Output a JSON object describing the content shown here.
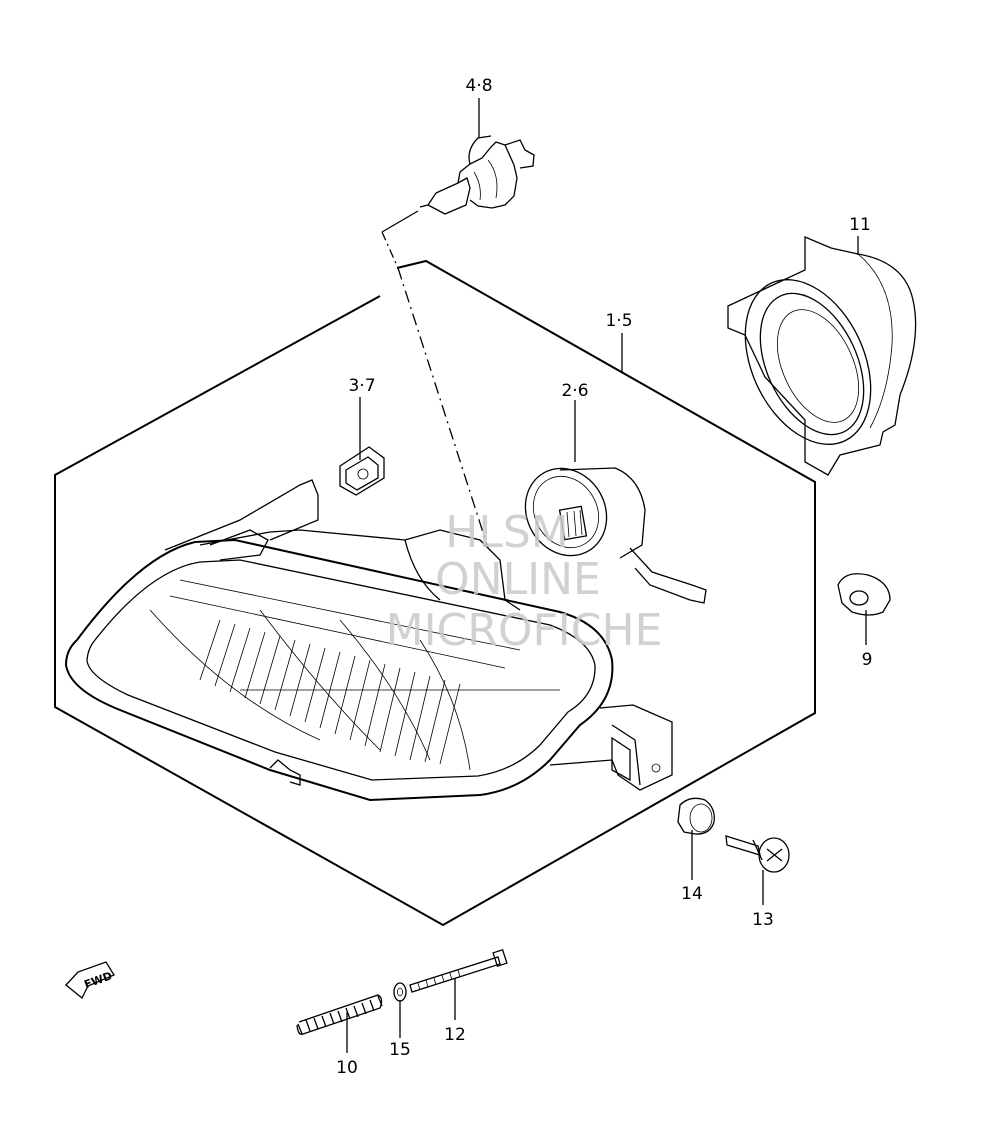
{
  "diagram": {
    "labels": {
      "bulb": "4·8",
      "housing": "1·5",
      "clip": "3·7",
      "socket": "2·6",
      "cover": "11",
      "grommet_right": "9",
      "grommet_bottom": "14",
      "screw": "13",
      "spring": "10",
      "washer": "15",
      "bolt": "12"
    },
    "watermark": [
      "HLSM",
      "ONLINE",
      "MICROFICHE"
    ],
    "fwd_marker": "FWD"
  }
}
